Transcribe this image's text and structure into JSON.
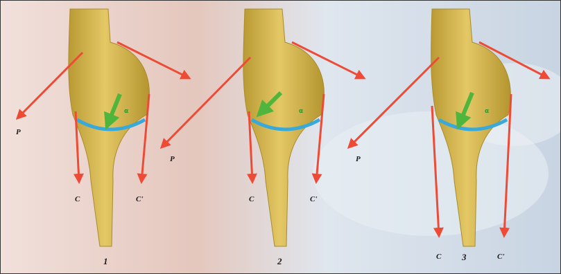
{
  "colors": {
    "bone": "#d8bb52",
    "bone_shadow": "#a98b2a",
    "bone_highlight": "#f3dc86",
    "force_arrow": "#ee4b36",
    "rotation_arrow": "#4fb53c",
    "joint_line": "#38a9d8",
    "background_left": "#e8cfc6",
    "background_right": "#c9d6e3"
  },
  "panels": [
    {
      "number": "1",
      "labels": {
        "load": "P",
        "left_force": "C",
        "right_force": "C'",
        "angle": "α"
      }
    },
    {
      "number": "2",
      "labels": {
        "load": "P",
        "left_force": "C",
        "right_force": "C'",
        "angle": "α"
      }
    },
    {
      "number": "3",
      "labels": {
        "load": "P",
        "left_force": "C",
        "right_force": "C'",
        "angle": "α"
      }
    }
  ]
}
